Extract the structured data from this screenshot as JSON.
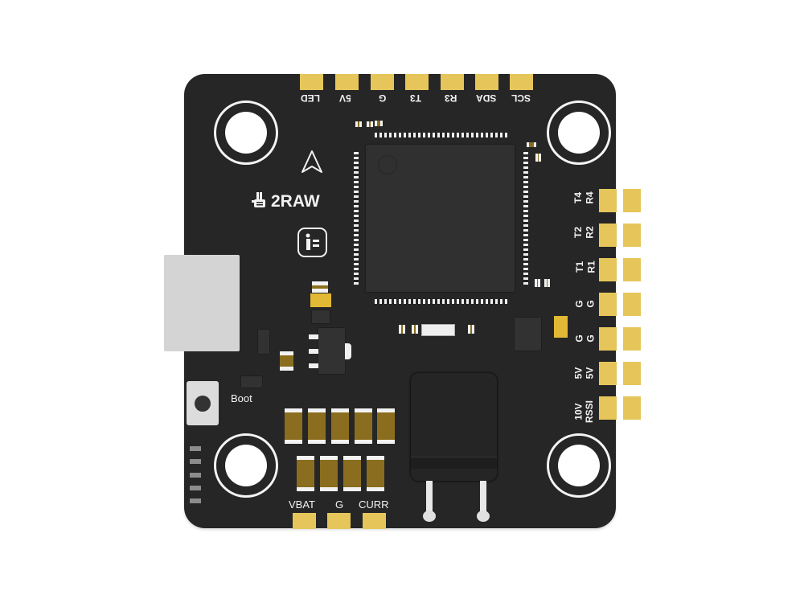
{
  "product": {
    "brand": "2RAW",
    "type": "flight controller board"
  },
  "colors": {
    "board": "#262626",
    "pad_gold": "#e6c65a",
    "silkscreen": "#f2f2f2",
    "component_brown": "#8a6d1e",
    "background": "#ffffff"
  },
  "top_pads": {
    "labels": [
      "LED",
      "5V",
      "G",
      "T3",
      "R3",
      "SDA",
      "SCL"
    ]
  },
  "right_pads": {
    "rows": [
      {
        "top": "T4",
        "bottom": "R4"
      },
      {
        "top": "T2",
        "bottom": "R2"
      },
      {
        "top": "T1",
        "bottom": "R1"
      },
      {
        "top": "G",
        "bottom": "G"
      },
      {
        "top": "G",
        "bottom": "G"
      },
      {
        "top": "5V",
        "bottom": "5V"
      },
      {
        "top": "10V",
        "bottom": "RSSI"
      }
    ]
  },
  "bottom_pads": {
    "labels": [
      "VBAT",
      "G",
      "CURR"
    ]
  },
  "button": {
    "label": "Boot"
  },
  "icons": {
    "logo": "hand-logo-icon",
    "arrow": "direction-arrow-icon",
    "badge": "i-equals-badge-icon"
  }
}
